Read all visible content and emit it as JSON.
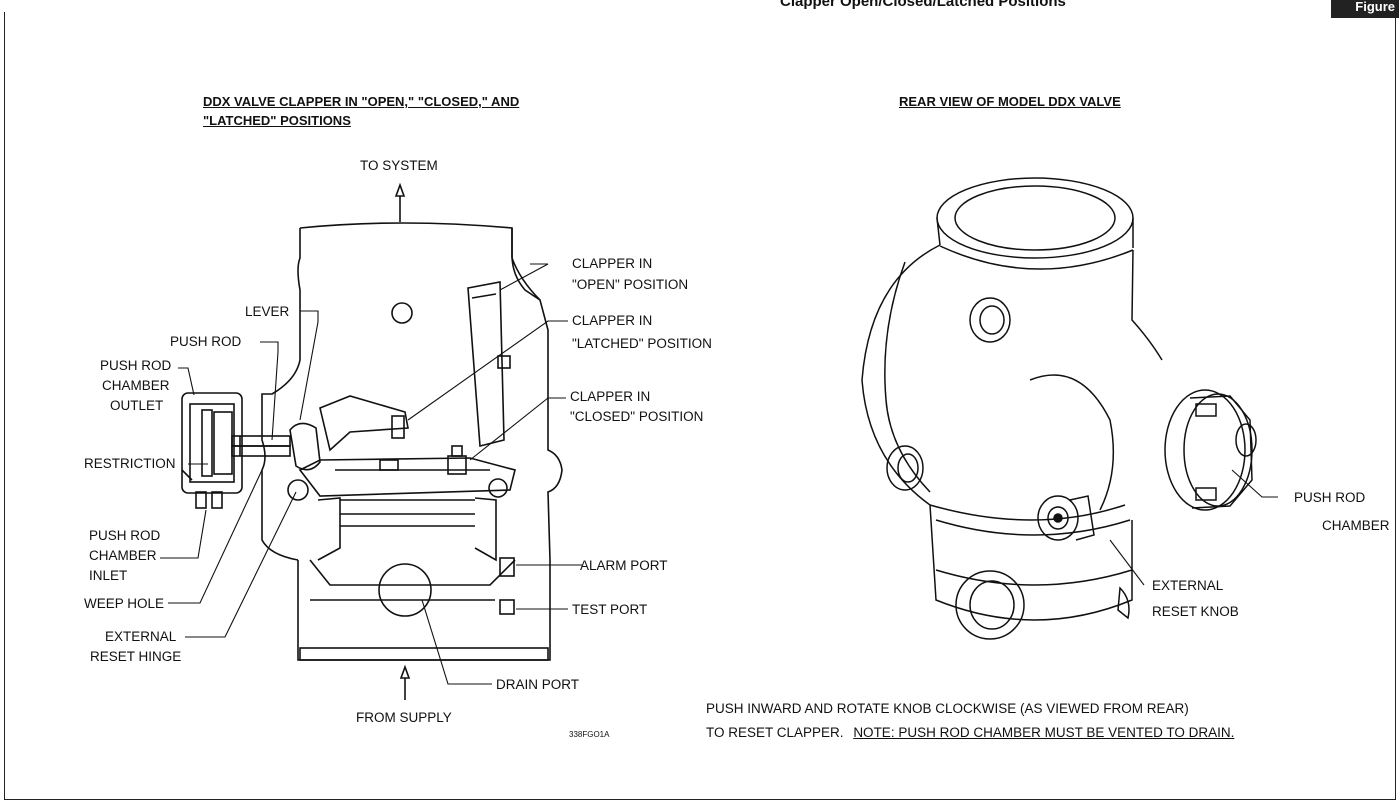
{
  "header": {
    "text": "Clapper Open/Closed/Latched Positions",
    "figure_tab": "Figure"
  },
  "left": {
    "title_line1": "DDX VALVE CLAPPER IN \"OPEN,\" \"CLOSED,\" AND",
    "title_line2": "\"LATCHED\" POSITIONS",
    "to_system": "TO SYSTEM",
    "from_supply": "FROM SUPPLY",
    "drawing_id": "338FGO1A",
    "labels": {
      "lever": "LEVER",
      "push_rod": "PUSH ROD",
      "prc_outlet_1": "PUSH ROD",
      "prc_outlet_2": "CHAMBER",
      "prc_outlet_3": "OUTLET",
      "restriction": "RESTRICTION",
      "prc_inlet_1": "PUSH ROD",
      "prc_inlet_2": "CHAMBER",
      "prc_inlet_3": "INLET",
      "weep_hole": "WEEP HOLE",
      "ext_hinge_1": "EXTERNAL",
      "ext_hinge_2": "RESET HINGE",
      "clapper_open_1": "CLAPPER IN",
      "clapper_open_2": "\"OPEN\" POSITION",
      "clapper_latched_1": "CLAPPER IN",
      "clapper_latched_2": "\"LATCHED\" POSITION",
      "clapper_closed_1": "CLAPPER IN",
      "clapper_closed_2": "\"CLOSED\" POSITION",
      "alarm_port": "ALARM PORT",
      "test_port": "TEST PORT",
      "drain_port": "DRAIN PORT"
    }
  },
  "right": {
    "title": "REAR VIEW OF MODEL DDX VALVE",
    "labels": {
      "prc_1": "PUSH ROD",
      "prc_2": "CHAMBER",
      "knob_1": "EXTERNAL",
      "knob_2": "RESET KNOB"
    },
    "note_line1": "PUSH INWARD AND ROTATE KNOB CLOCKWISE (AS VIEWED FROM REAR)",
    "note_line2_a": "TO RESET CLAPPER.",
    "note_line2_b": "NOTE: PUSH ROD CHAMBER MUST BE VENTED TO DRAIN."
  }
}
